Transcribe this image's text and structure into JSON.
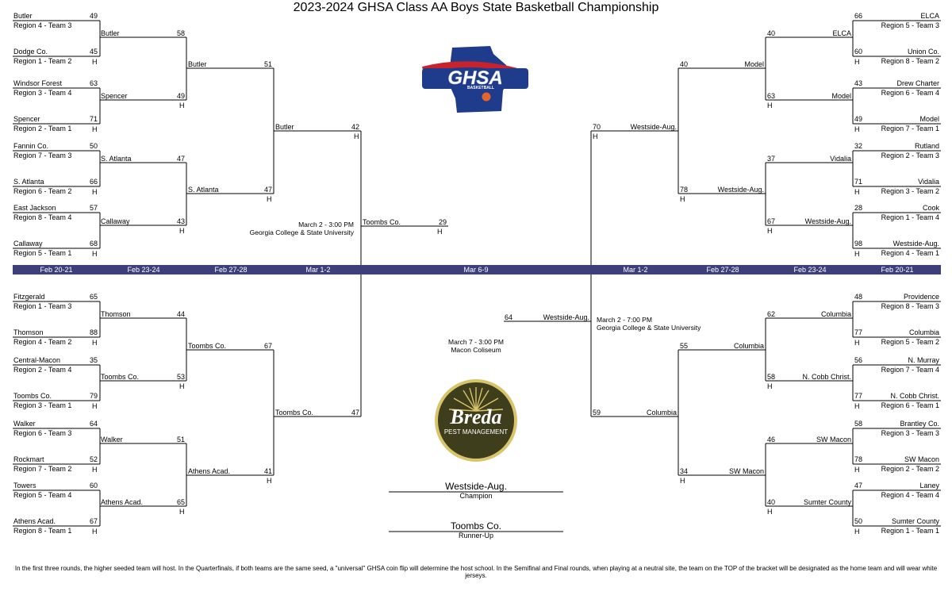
{
  "title": "2023-2024 GHSA Class AA Boys State Basketball Championship",
  "dates": {
    "left": [
      "Feb 20-21",
      "Feb 23-24",
      "Feb 27-28",
      "Mar 1-2"
    ],
    "center": "Mar 6-9",
    "right": [
      "Mar 1-2",
      "Feb 27-28",
      "Feb 23-24",
      "Feb 20-21"
    ]
  },
  "rounds": {
    "r1": [
      {
        "team": "Butler",
        "seed": "Region 4 - Team 3",
        "score": "49",
        "host": ""
      },
      {
        "team": "Dodge Co.",
        "seed": "Region 1 - Team 2",
        "score": "45",
        "host": "H"
      },
      {
        "team": "Windsor Forest",
        "seed": "Region 3 - Team 4",
        "score": "63",
        "host": ""
      },
      {
        "team": "Spencer",
        "seed": "Region 2 - Team 1",
        "score": "71",
        "host": "H"
      },
      {
        "team": "Fannin Co.",
        "seed": "Region 7 - Team 3",
        "score": "50",
        "host": ""
      },
      {
        "team": "S. Atlanta",
        "seed": "Region 6 - Team 2",
        "score": "66",
        "host": "H"
      },
      {
        "team": "East Jackson",
        "seed": "Region 8 - Team 4",
        "score": "57",
        "host": ""
      },
      {
        "team": "Callaway",
        "seed": "Region 5 - Team 1",
        "score": "68",
        "host": "H"
      },
      {
        "team": "Fitzgerald",
        "seed": "Region 1 - Team 3",
        "score": "65",
        "host": ""
      },
      {
        "team": "Thomson",
        "seed": "Region 4 - Team 2",
        "score": "88",
        "host": "H"
      },
      {
        "team": "Central-Macon",
        "seed": "Region 2 - Team 4",
        "score": "35",
        "host": ""
      },
      {
        "team": "Toombs Co.",
        "seed": "Region 3 - Team 1",
        "score": "79",
        "host": "H"
      },
      {
        "team": "Walker",
        "seed": "Region 6 - Team 3",
        "score": "64",
        "host": ""
      },
      {
        "team": "Rockmart",
        "seed": "Region 7 - Team 2",
        "score": "52",
        "host": "H"
      },
      {
        "team": "Towers",
        "seed": "Region 5 - Team 4",
        "score": "60",
        "host": ""
      },
      {
        "team": "Athens Acad.",
        "seed": "Region 8 - Team 1",
        "score": "67",
        "host": "H"
      },
      {
        "team": "ELCA",
        "seed": "Region 5 - Team 3",
        "score": "66",
        "host": ""
      },
      {
        "team": "Union Co.",
        "seed": "Region 8 - Team 2",
        "score": "60",
        "host": "H"
      },
      {
        "team": "Drew Charter",
        "seed": "Region 6 - Team 4",
        "score": "43",
        "host": ""
      },
      {
        "team": "Model",
        "seed": "Region 7 - Team 1",
        "score": "49",
        "host": "H"
      },
      {
        "team": "Rutland",
        "seed": "Region 2 - Team 3",
        "score": "32",
        "host": ""
      },
      {
        "team": "Vidalia",
        "seed": "Region 3 - Team 2",
        "score": "71",
        "host": "H"
      },
      {
        "team": "Cook",
        "seed": "Region 1 - Team 4",
        "score": "28",
        "host": ""
      },
      {
        "team": "Westside-Aug.",
        "seed": "Region 4 - Team 1",
        "score": "98",
        "host": "H"
      },
      {
        "team": "Providence",
        "seed": "Region 8 - Team 3",
        "score": "48",
        "host": ""
      },
      {
        "team": "Columbia",
        "seed": "Region 5 - Team 2",
        "score": "77",
        "host": "H"
      },
      {
        "team": "N. Murray",
        "seed": "Region 7 - Team 4",
        "score": "56",
        "host": ""
      },
      {
        "team": "N. Cobb Christ.",
        "seed": "Region 6 - Team 1",
        "score": "77",
        "host": "H"
      },
      {
        "team": "Brantley Co.",
        "seed": "Region 3 - Team 3",
        "score": "58",
        "host": ""
      },
      {
        "team": "SW Macon",
        "seed": "Region 2 - Team 2",
        "score": "78",
        "host": "H"
      },
      {
        "team": "Laney",
        "seed": "Region 4 - Team 4",
        "score": "47",
        "host": ""
      },
      {
        "team": "Sumter County",
        "seed": "Region 1 - Team 1",
        "score": "50",
        "host": "H"
      }
    ],
    "r2": [
      {
        "team": "Butler",
        "score": "58",
        "host": ""
      },
      {
        "team": "Spencer",
        "score": "49",
        "host": "H"
      },
      {
        "team": "S. Atlanta",
        "score": "47",
        "host": ""
      },
      {
        "team": "Callaway",
        "score": "43",
        "host": "H"
      },
      {
        "team": "Thomson",
        "score": "44",
        "host": ""
      },
      {
        "team": "Toombs Co.",
        "score": "53",
        "host": "H"
      },
      {
        "team": "Walker",
        "score": "51",
        "host": ""
      },
      {
        "team": "Athens Acad.",
        "score": "65",
        "host": "H"
      },
      {
        "team": "ELCA",
        "score": "40",
        "host": ""
      },
      {
        "team": "Model",
        "score": "63",
        "host": "H"
      },
      {
        "team": "Vidalia",
        "score": "37",
        "host": ""
      },
      {
        "team": "Westside-Aug.",
        "score": "67",
        "host": "H"
      },
      {
        "team": "Columbia",
        "score": "62",
        "host": ""
      },
      {
        "team": "N. Cobb Christ.",
        "score": "58",
        "host": "H"
      },
      {
        "team": "SW Macon",
        "score": "46",
        "host": ""
      },
      {
        "team": "Sumter County",
        "score": "40",
        "host": "H"
      }
    ],
    "r3": [
      {
        "team": "Butler",
        "score": "51",
        "host": ""
      },
      {
        "team": "S. Atlanta",
        "score": "47",
        "host": "H"
      },
      {
        "team": "Toombs Co.",
        "score": "67",
        "host": ""
      },
      {
        "team": "Athens Acad.",
        "score": "41",
        "host": "H"
      },
      {
        "team": "Model",
        "score": "40",
        "host": ""
      },
      {
        "team": "Westside-Aug.",
        "score": "78",
        "host": "H"
      },
      {
        "team": "Columbia",
        "score": "55",
        "host": ""
      },
      {
        "team": "SW Macon",
        "score": "34",
        "host": "H"
      }
    ],
    "r4": [
      {
        "team": "Butler",
        "score": "42",
        "host": "H"
      },
      {
        "team": "Toombs Co.",
        "score": "47",
        "host": ""
      },
      {
        "team": "Westside-Aug.",
        "score": "70",
        "host": "H"
      },
      {
        "team": "Columbia",
        "score": "59",
        "host": ""
      }
    ],
    "semis": [
      {
        "team": "Toombs Co.",
        "score": "29",
        "host": "H",
        "when": "March 2 - 3:00 PM",
        "where": "Georgia College & State University"
      },
      {
        "team": "Westside-Aug.",
        "score": "64",
        "host": "",
        "when": "March 2 - 7:00 PM",
        "where": "Georgia College & State University"
      }
    ]
  },
  "final": {
    "when": "March 7 - 3:00 PM",
    "where": "Macon Coliseum"
  },
  "results": {
    "champion": {
      "team": "Westside-Aug.",
      "label": "Champion"
    },
    "runner_up": {
      "team": "Toombs Co.",
      "label": "Runner-Up"
    }
  },
  "logos": {
    "ghsa": "GHSA",
    "ghsa_sub": "BASKETBALL",
    "sponsor": "Breda",
    "sponsor_sub": "PEST MANAGEMENT"
  },
  "colors": {
    "datebar": "#3c3f7a",
    "ghsa_blue": "#1f3b8c",
    "ghsa_red": "#c8232c",
    "sponsor_dark": "#3e3d1c",
    "sponsor_gold": "#d8c46a"
  },
  "footer": "In the first three rounds, the higher seeded team will host. In the Quarterfinals, if both teams are the same seed, a \"universal\" GHSA coin flip will determine the host school. In the Semifinal and Final rounds, when playing at a neutral site, the team on the TOP of the bracket will be designated as the home team and will wear white jerseys."
}
